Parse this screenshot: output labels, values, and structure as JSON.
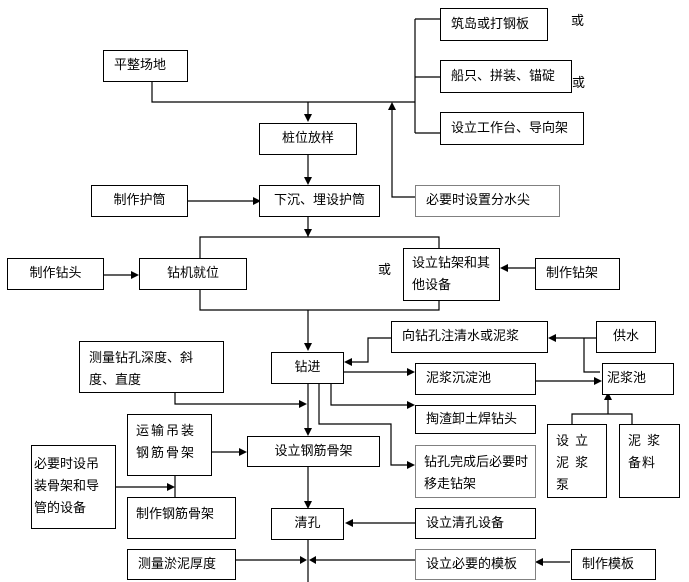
{
  "diagram": {
    "title": "钻孔灌注桩施工工艺流程",
    "nodes": {
      "level_site": "平整场地",
      "island_or_sheet_pile": "筑岛或打钢板",
      "ship_assemble_anchor": "船只、拼装、锚碇",
      "work_platform_guide": "设立工作台、导向架",
      "or_1": "或",
      "or_2": "或",
      "pile_layout": "桩位放样",
      "make_casing": "制作护筒",
      "sink_casing": "下沉、埋设护筒",
      "water_splitter": "必要时设置分水尖",
      "make_drill_bit": "制作钻头",
      "rig_in_place": "钻机就位",
      "or_3": "或",
      "set_rig_equipment": "设立钻架和其他设备",
      "make_rig": "制作钻架",
      "inject_water_slurry": "向钻孔注清水或泥浆",
      "water_supply": "供水",
      "measure_hole": "测量钻孔深度、斜度、直度",
      "drilling": "钻进",
      "settling_pond": "泥浆沉淀池",
      "slurry_pool": "泥浆池",
      "dig_slag_weld_bit": "掏渣卸土焊钻头",
      "transport_hoist_cage": "运输吊装钢筋骨架",
      "set_steel_cage": "设立钢筋骨架",
      "remove_rig": "钻孔完成后必要时移走钻架",
      "set_slurry_pump": "设 立 泥 浆 泵",
      "slurry_materials": "泥 浆 备料",
      "hoist_equipment": "必要时设吊装骨架和导管的设备",
      "make_steel_cage": "制作钢筋骨架",
      "clean_hole": "清孔",
      "set_cleaning_equipment": "设立清孔设备",
      "measure_sludge": "测量淤泥厚度",
      "set_formwork": "设立必要的模板",
      "make_formwork": "制作模板"
    }
  }
}
